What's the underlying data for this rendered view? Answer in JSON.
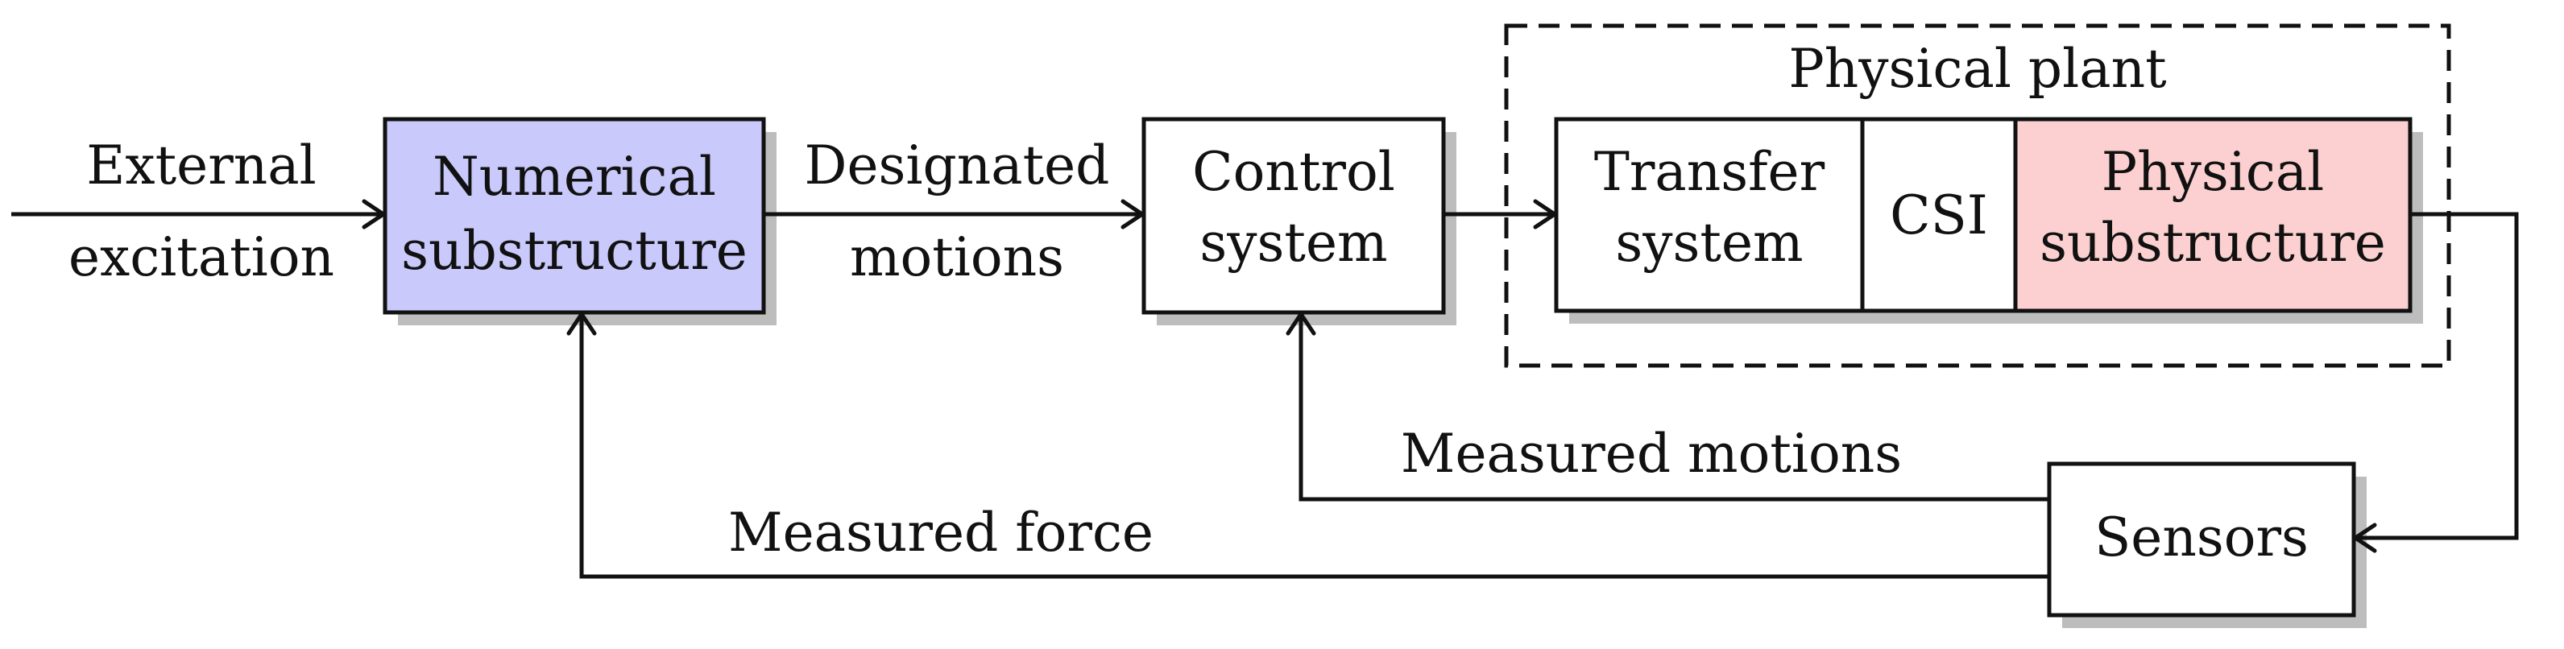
{
  "diagram": {
    "inputs": {
      "external_excitation": [
        "External",
        "excitation"
      ],
      "designated_motions": [
        "Designated",
        "motions"
      ]
    },
    "blocks": {
      "numerical": {
        "lines": [
          "Numerical",
          "substructure"
        ],
        "fill": "#c9c9fb"
      },
      "control": {
        "lines": [
          "Control",
          "system"
        ],
        "fill": "#ffffff"
      },
      "transfer": {
        "lines": [
          "Transfer",
          "system"
        ],
        "fill": "#ffffff"
      },
      "csi": {
        "lines": [
          "CSI"
        ],
        "fill": "#ffffff"
      },
      "physical": {
        "lines": [
          "Physical",
          "substructure"
        ],
        "fill": "#fcd0d0"
      },
      "sensors": {
        "lines": [
          "Sensors"
        ],
        "fill": "#ffffff"
      }
    },
    "group_label": "Physical plant",
    "feedback": {
      "measured_motions": "Measured motions",
      "measured_force": "Measured force"
    }
  }
}
